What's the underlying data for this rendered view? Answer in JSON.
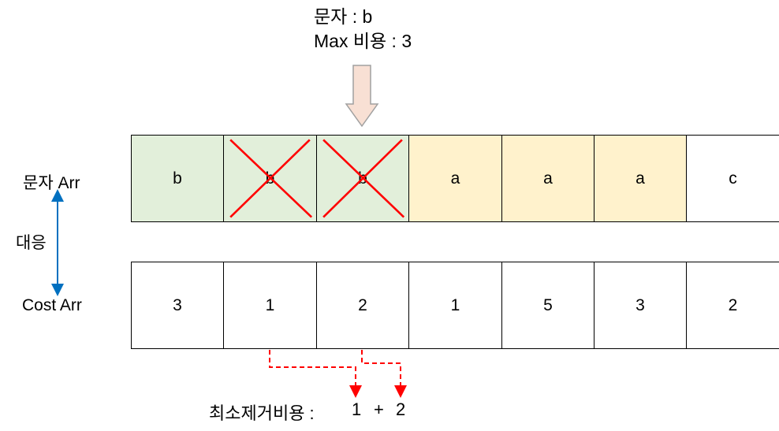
{
  "header": {
    "char_line": "문자 : b",
    "max_cost_line": "Max 비용 : 3"
  },
  "labels": {
    "char_arr": "문자 Arr",
    "mapping": "대응",
    "cost_arr": "Cost Arr"
  },
  "char_cells": [
    {
      "value": "b",
      "group": "green",
      "crossed": false
    },
    {
      "value": "b",
      "group": "green",
      "crossed": true
    },
    {
      "value": "b",
      "group": "green",
      "crossed": true
    },
    {
      "value": "a",
      "group": "yellow",
      "crossed": false
    },
    {
      "value": "a",
      "group": "yellow",
      "crossed": false
    },
    {
      "value": "a",
      "group": "yellow",
      "crossed": false
    },
    {
      "value": "c",
      "group": "none",
      "crossed": false
    }
  ],
  "cost_cells": [
    "3",
    "1",
    "2",
    "1",
    "5",
    "3",
    "2"
  ],
  "sum": {
    "label": "최소제거비용 :",
    "a": "1",
    "plus": "+",
    "b": "2"
  },
  "colors": {
    "green": "#e2efda",
    "yellow": "#fff2cc",
    "none": "#ffffff",
    "cross": "#ff0000",
    "arrow_fill": "#f8e0d4",
    "arrow_stroke": "#a0a0a0",
    "link": "#0070c0",
    "dashed": "#ff0000"
  },
  "icons": {
    "pointer": "down-arrow-icon",
    "cross": "x-mark-icon",
    "link": "double-arrow-icon"
  }
}
